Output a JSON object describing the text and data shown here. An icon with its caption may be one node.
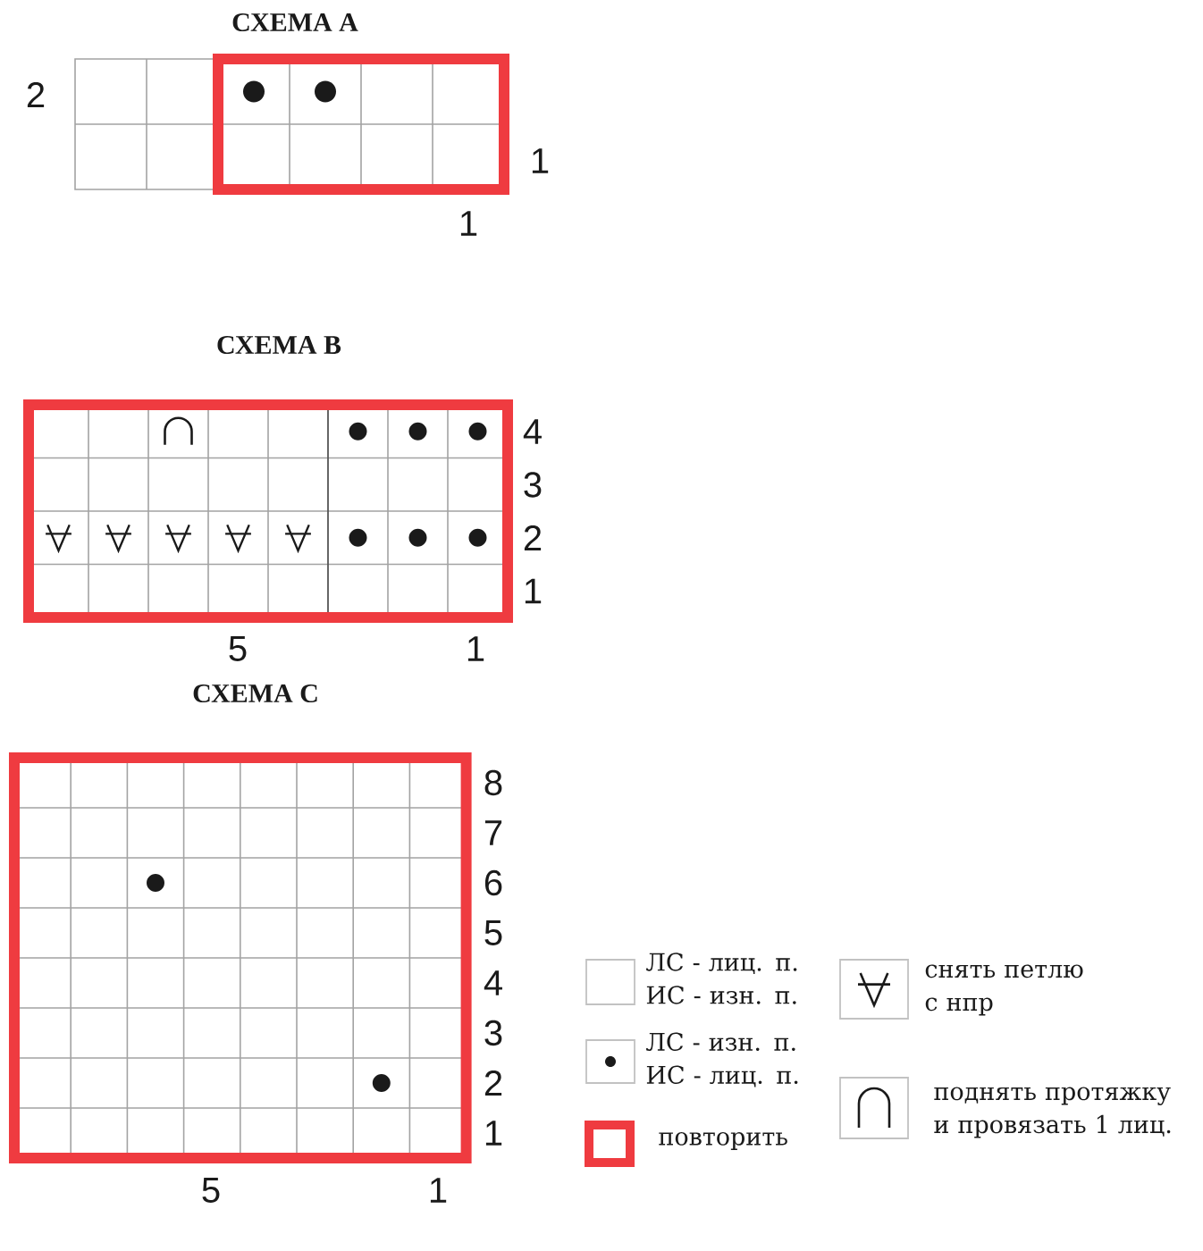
{
  "diagram": {
    "nodes": [
      {
        "text": [
          "СХЕМА А"
        ],
        "beside": [
          "2",
          "1",
          "1"
        ]
      },
      {
        "text": [
          "СХЕМА В"
        ],
        "beside": [
          "4",
          "3",
          "2",
          "1",
          "5",
          "1"
        ]
      },
      {
        "text": [
          "СХЕМА С"
        ],
        "beside": [
          "8",
          "7",
          "6",
          "5",
          "4",
          "3",
          "2",
          "1",
          "5",
          "1"
        ]
      }
    ],
    "legend": [
      {
        "text": "ЛС - лиц. п. ИС - изн. п."
      },
      {
        "text": "ЛС - изн. п. ИС - лиц. п."
      },
      {
        "text": "повторить"
      },
      {
        "text": "снять петлю с нпр"
      },
      {
        "text": "поднять протяжку и провязать 1 лиц."
      }
    ]
  }
}
